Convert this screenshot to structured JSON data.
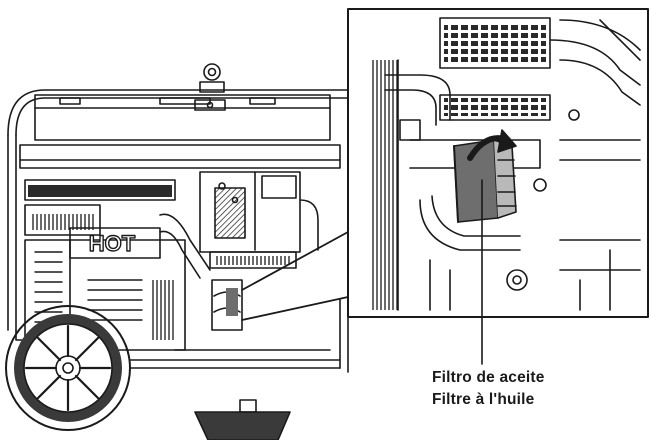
{
  "figure": {
    "engine_marking": "HOT",
    "callout": {
      "label_es": "Filtro de aceite",
      "label_fr": "Filtre à l'huile"
    }
  },
  "colors": {
    "line": "#1a1a1a",
    "shade": "#6e6e6e",
    "light_shade": "#b9b9b9",
    "background": "#ffffff"
  },
  "icons": [
    "rotation-arrow-icon"
  ]
}
